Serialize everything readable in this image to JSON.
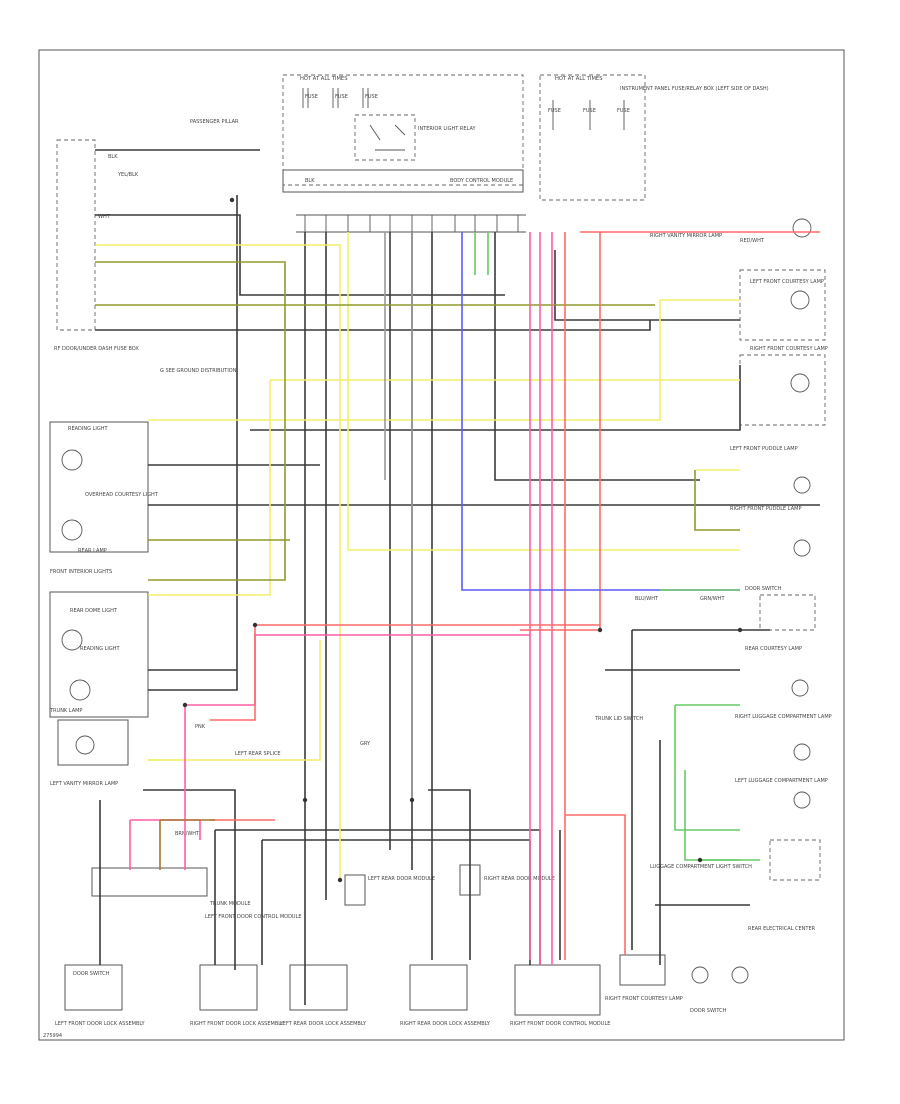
{
  "diagram": {
    "footer_code": "275994",
    "colors": {
      "black": "#3a3a3a",
      "yellow": "#f2ee6a",
      "olive": "#8f9a2c",
      "pink": "#ff5fa6",
      "red": "#ff6a6a",
      "blue": "#5a5aff",
      "green": "#66cc66",
      "gray": "#9a9a9a",
      "brown": "#a8742c"
    },
    "components": {
      "hot_at_all_times_left": "HOT AT ALL TIMES",
      "hot_at_all_times_right": "HOT AT ALL TIMES",
      "fuse_panel_right": "INSTRUMENT PANEL FUSE/RELAY BOX (LEFT SIDE OF DASH)",
      "rf_door_under_dash": "RF DOOR/UNDER DASH FUSE BOX",
      "interior_light_relay": "INTERIOR LIGHT RELAY",
      "body_control_module": "BODY CONTROL MODULE",
      "ground_point": "G SEE GROUND DISTRIBUTION",
      "reading_light_left": "READING LIGHT",
      "overhead_courtesy": "OVERHEAD COURTESY LIGHT",
      "rear_lamp": "REAR LAMP",
      "front_interior_lights": "FRONT INTERIOR LIGHTS",
      "rear_dome_light": "REAR DOME LIGHT",
      "reading_light_right": "READING LIGHT",
      "trunk_lamp": "TRUNK LAMP",
      "vanity_mirror_left": "LEFT VANITY MIRROR LAMP",
      "vanity_mirror_right": "RIGHT VANITY MIRROR LAMP",
      "left_front_courtesy": "LEFT FRONT COURTESY LAMP",
      "right_front_courtesy": "RIGHT FRONT COURTESY LAMP",
      "left_front_puddle": "LEFT FRONT PUDDLE LAMP",
      "right_front_puddle": "RIGHT FRONT PUDDLE LAMP",
      "door_switch_upper": "DOOR SWITCH",
      "rear_courtesy": "REAR COURTESY LAMP",
      "trunk_lid_switch": "TRUNK LID SWITCH",
      "right_luggage": "RIGHT LUGGAGE COMPARTMENT LAMP",
      "left_luggage": "LEFT LUGGAGE COMPARTMENT LAMP",
      "luggage_lamp_switch": "LUGGAGE COMPARTMENT LIGHT SWITCH",
      "trunk_module": "TRUNK MODULE",
      "left_front_door_module": "LEFT FRONT DOOR CONTROL MODULE",
      "door_switch": "DOOR SWITCH",
      "left_front_door_assembly": "LEFT FRONT DOOR LOCK ASSEMBLY",
      "right_front_door_assembly": "RIGHT FRONT DOOR LOCK ASSEMBLY",
      "left_rear_door_assembly": "LEFT REAR DOOR LOCK ASSEMBLY",
      "right_rear_door_assembly": "RIGHT REAR DOOR LOCK ASSEMBLY",
      "right_front_door_module": "RIGHT FRONT DOOR CONTROL MODULE",
      "right_front_courtesy_lamp": "RIGHT FRONT COURTESY LAMP",
      "door_switch_bottom": "DOOR SWITCH",
      "data_link": "REAR ELECTRICAL CENTER",
      "left_rear_module": "LEFT REAR DOOR MODULE",
      "right_rear_module": "RIGHT REAR DOOR MODULE",
      "left_rear_splice": "LEFT REAR SPLICE",
      "passenger_pillar": "PASSENGER PILLAR",
      "fuse_a": "FUSE",
      "fuse_b": "FUSE",
      "fuse_c": "FUSE",
      "fuse_d": "FUSE",
      "fuse_e": "FUSE",
      "fuse_f": "FUSE",
      "wire_blk": "BLK",
      "wire_yel": "YEL/BLK",
      "wire_wht": "WHT",
      "wire_red": "RED/WHT",
      "wire_grn": "GRN/WHT",
      "wire_blu": "BLU/WHT",
      "wire_brn": "BRN/WHT",
      "wire_gry": "GRY",
      "wire_pnk": "PNK"
    }
  }
}
